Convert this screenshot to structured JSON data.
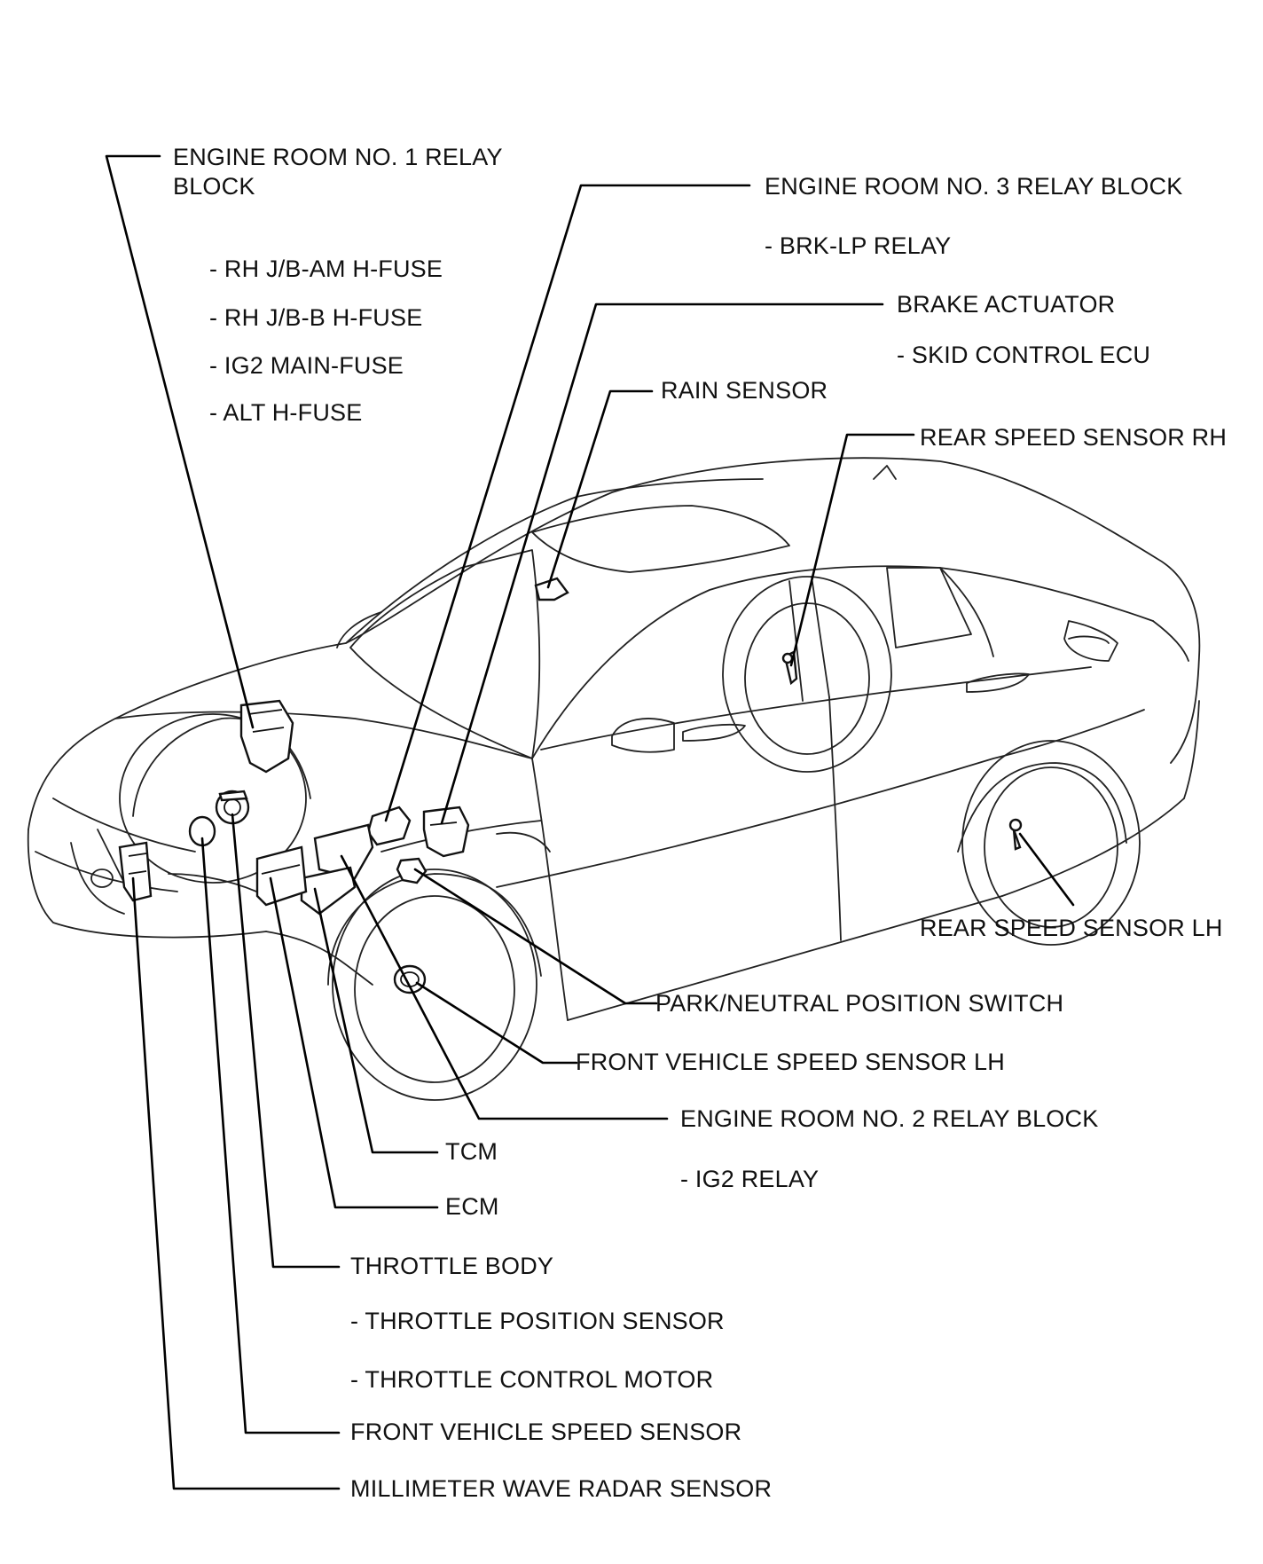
{
  "labels": {
    "engine_room_no1_relay_block": "ENGINE ROOM NO. 1 RELAY BLOCK",
    "rh_jb_am_h_fuse": "- RH J/B-AM H-FUSE",
    "rh_jb_b_h_fuse": "- RH J/B-B H-FUSE",
    "ig2_main_fuse": "- IG2 MAIN-FUSE",
    "alt_h_fuse": "- ALT H-FUSE",
    "engine_room_no3_relay_block": "ENGINE ROOM NO. 3 RELAY BLOCK",
    "brk_lp_relay": "- BRK-LP RELAY",
    "brake_actuator": "BRAKE ACTUATOR",
    "skid_control_ecu": "- SKID CONTROL ECU",
    "rain_sensor": "RAIN SENSOR",
    "rear_speed_sensor_rh": "REAR SPEED SENSOR RH",
    "rear_speed_sensor_lh": "REAR SPEED SENSOR LH",
    "park_neutral_position_switch": "PARK/NEUTRAL POSITION SWITCH",
    "front_vehicle_speed_sensor_lh": "FRONT VEHICLE SPEED SENSOR LH",
    "engine_room_no2_relay_block": "ENGINE ROOM NO. 2 RELAY BLOCK",
    "ig2_relay": "- IG2 RELAY",
    "tcm": "TCM",
    "ecm": "ECM",
    "throttle_body": "THROTTLE BODY",
    "throttle_position_sensor": "- THROTTLE POSITION SENSOR",
    "throttle_control_motor": "- THROTTLE CONTROL MOTOR",
    "front_vehicle_speed_sensor": "FRONT VEHICLE SPEED SENSOR",
    "millimeter_wave_radar_sensor": "MILLIMETER WAVE RADAR SENSOR"
  },
  "colors": {
    "line": "#000000",
    "background": "#ffffff"
  }
}
